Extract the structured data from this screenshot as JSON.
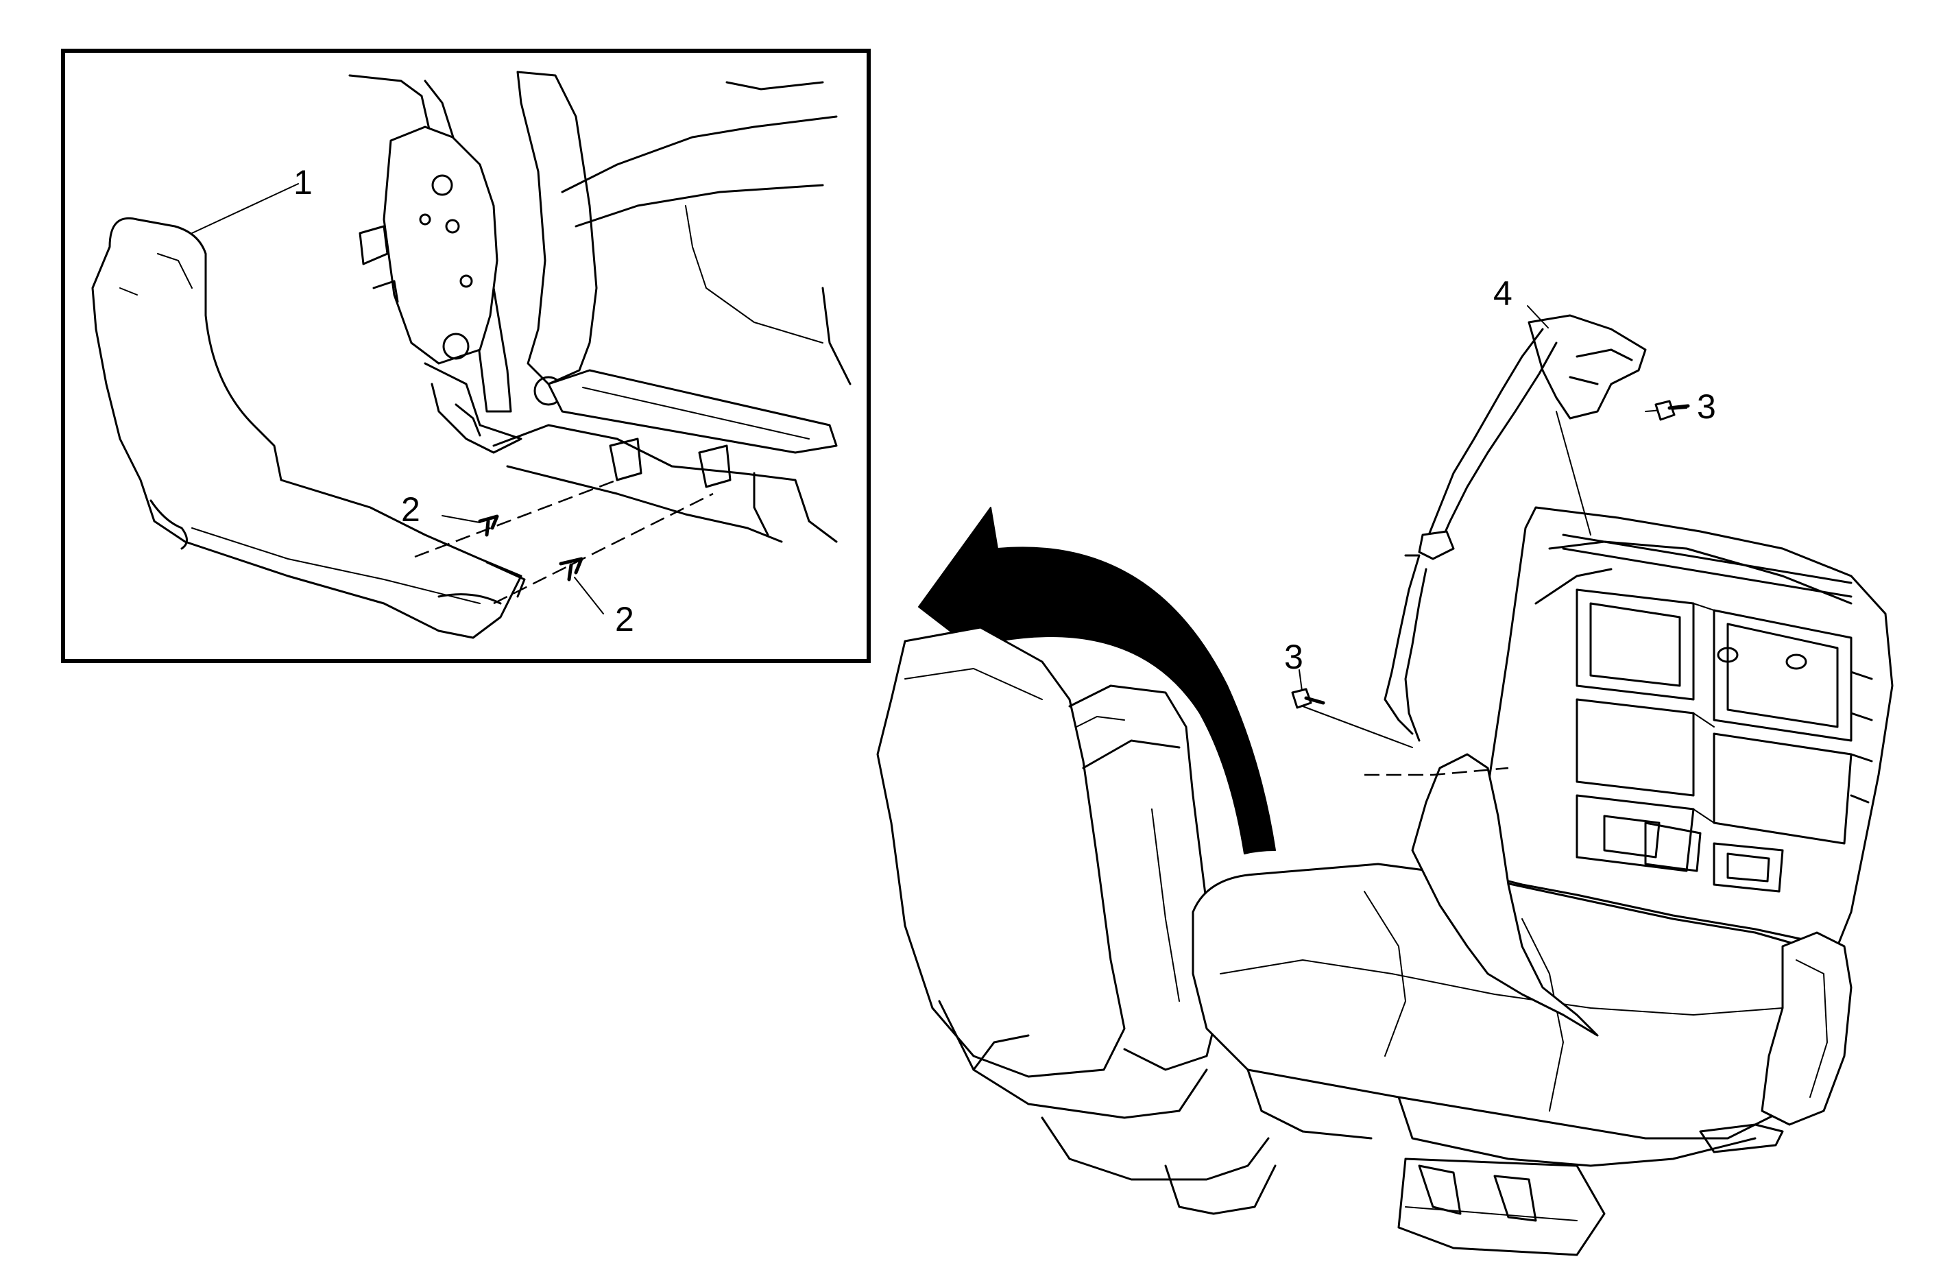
{
  "diagram": {
    "callouts": {
      "c1": "1",
      "c2a": "2",
      "c2b": "2",
      "c3a": "3",
      "c3b": "3",
      "c4": "4"
    }
  }
}
